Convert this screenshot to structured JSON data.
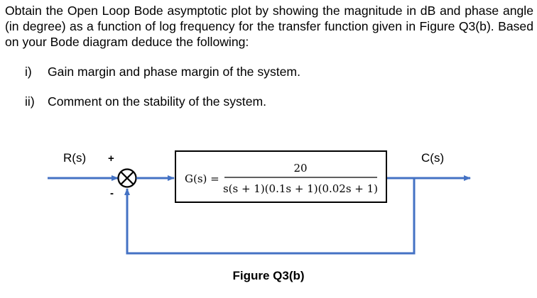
{
  "question": {
    "text": "Obtain the Open Loop Bode asymptotic plot by showing the magnitude in dB and phase angle (in degree) as a function of log frequency for the transfer function given in Figure Q3(b). Based on your Bode diagram deduce the following:",
    "items": [
      {
        "number": "i)",
        "text": "Gain margin and phase margin of the system."
      },
      {
        "number": "ii)",
        "text": "Comment on the stability of the system."
      }
    ]
  },
  "diagram": {
    "input_label": "R(s)",
    "output_label": "C(s)",
    "plus_sign": "+",
    "minus_sign": "-",
    "block_prefix": "G(s) =",
    "numerator": "20",
    "denominator": "s(s + 1)(0.1s + 1)(0.02s + 1)",
    "line_color": "#4472C4",
    "caption": "Figure Q3(b)"
  }
}
